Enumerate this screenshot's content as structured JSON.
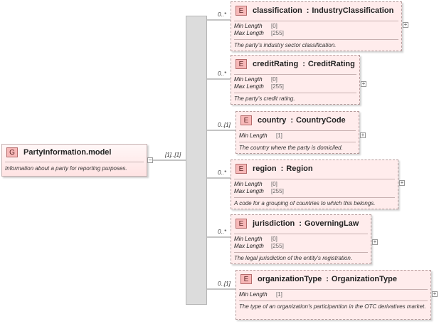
{
  "group": {
    "badge": "G",
    "title": "PartyInformation.model",
    "description": "Information about a party for reporting purposes.",
    "cardinality": "[1]..[1]"
  },
  "elements": [
    {
      "badge": "E",
      "name": "classification",
      "type": "IndustryClassification",
      "cardinality": "0..*",
      "props": [
        {
          "label": "Min Length",
          "value": "[0]"
        },
        {
          "label": "Max Length",
          "value": "[255]"
        }
      ],
      "description": "The party's industry sector classification."
    },
    {
      "badge": "E",
      "name": "creditRating",
      "type": "CreditRating",
      "cardinality": "0..*",
      "props": [
        {
          "label": "Min Length",
          "value": "[0]"
        },
        {
          "label": "Max Length",
          "value": "[255]"
        }
      ],
      "description": "The party's credit rating."
    },
    {
      "badge": "E",
      "name": "country",
      "type": "CountryCode",
      "cardinality": "0..[1]",
      "props": [
        {
          "label": "Min Length",
          "value": "[1]"
        }
      ],
      "description": "The country where the party is domiciled."
    },
    {
      "badge": "E",
      "name": "region",
      "type": "Region",
      "cardinality": "0..*",
      "props": [
        {
          "label": "Min Length",
          "value": "[0]"
        },
        {
          "label": "Max Length",
          "value": "[255]"
        }
      ],
      "description": "A code for a grouping of countries to which this belongs."
    },
    {
      "badge": "E",
      "name": "jurisdiction",
      "type": "GoverningLaw",
      "cardinality": "0..*",
      "props": [
        {
          "label": "Min Length",
          "value": "[0]"
        },
        {
          "label": "Max Length",
          "value": "[255]"
        }
      ],
      "description": "The legal jurisdiction of the entity's registration."
    },
    {
      "badge": "E",
      "name": "organizationType",
      "type": "OrganizationType",
      "cardinality": "0..[1]",
      "props": [
        {
          "label": "Min Length",
          "value": "[1]"
        }
      ],
      "description": "The type of an organization's participantion in the OTC derivatives market."
    }
  ]
}
